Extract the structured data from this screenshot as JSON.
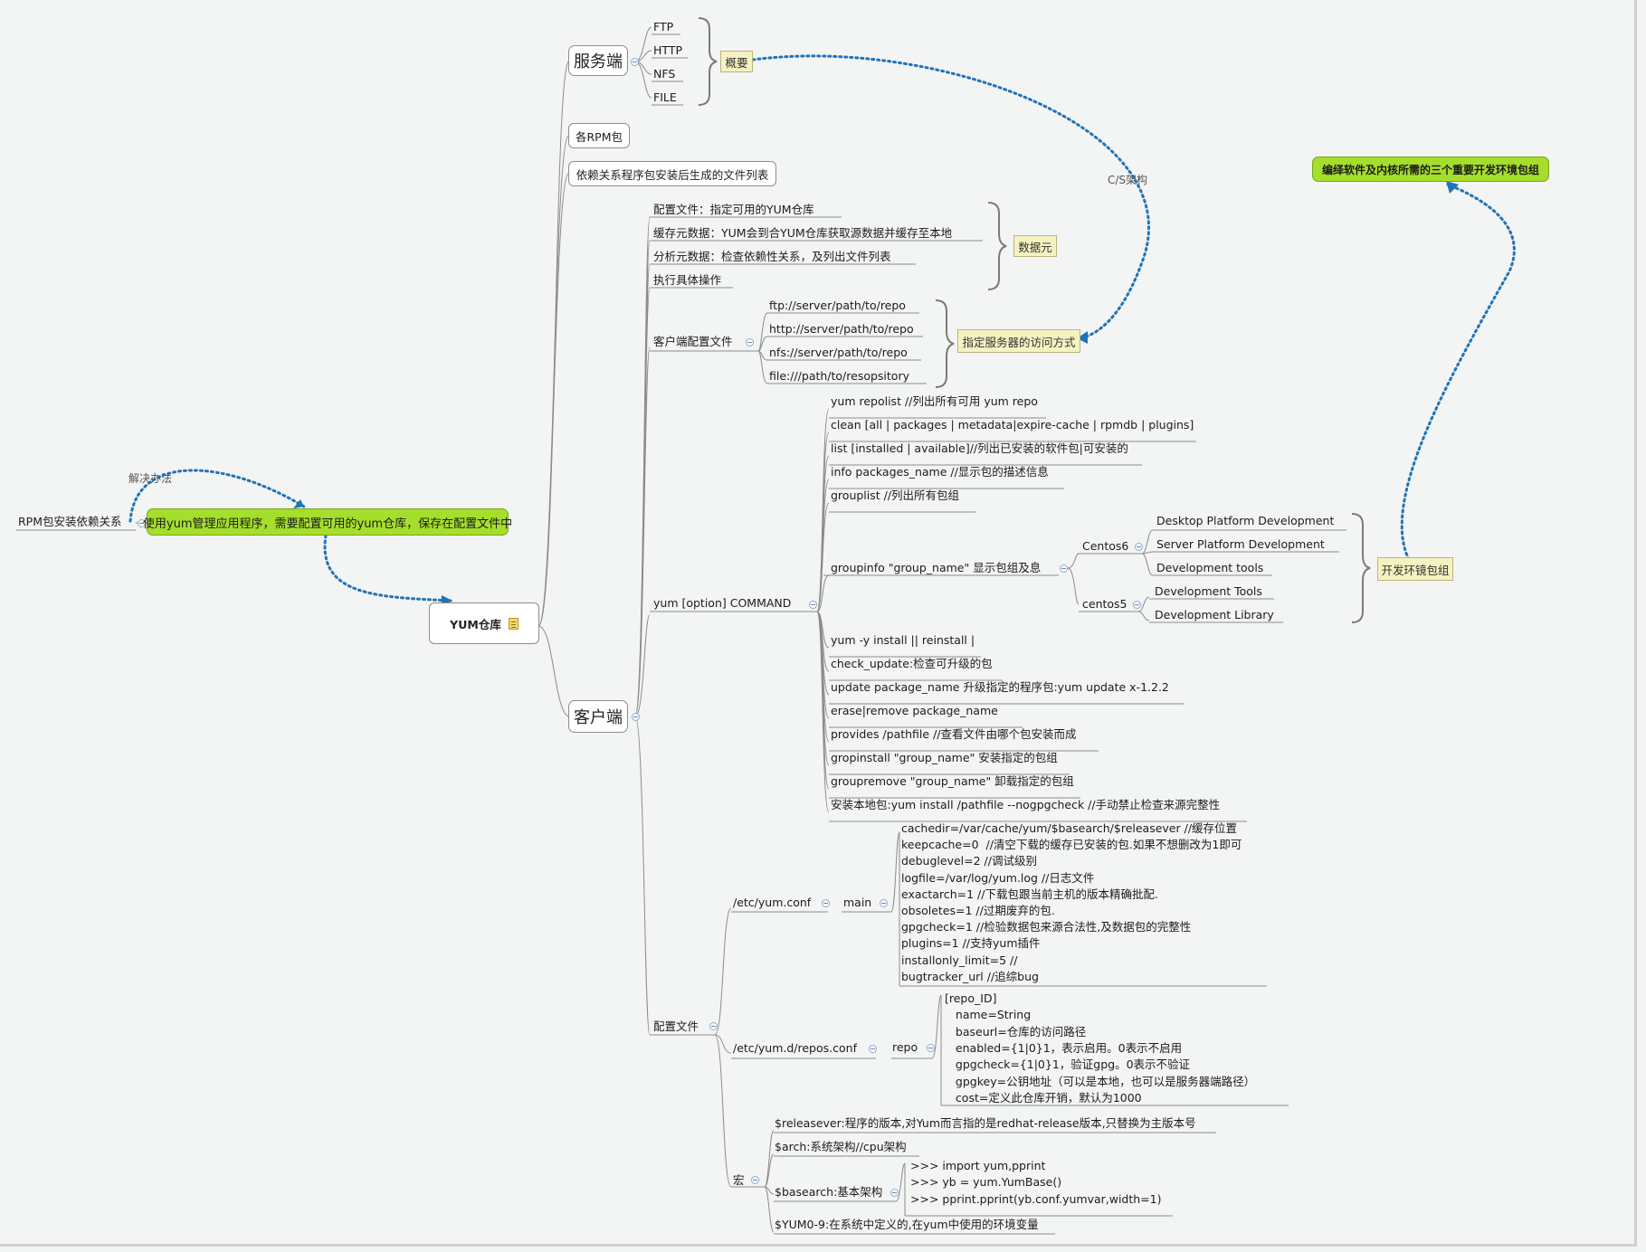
{
  "root": {
    "label": "YUM仓库"
  },
  "left": {
    "problem": "RPM包安装依赖关系",
    "solution": "使用yum管理应用程序，需要配置可用的yum仓库，保存在配置文件中",
    "solution_link_label": "解决办法"
  },
  "server": {
    "label": "服务端",
    "items": [
      "FTP",
      "HTTP",
      "NFS",
      "FILE"
    ],
    "summary": "概要"
  },
  "rpm_pkgs": "各RPM包",
  "dep_files": "依赖关系程序包安装后生成的文件列表",
  "cs_link_label": "C/S架构",
  "client": {
    "label": "客户端",
    "metadata_items": [
      "配置文件：指定可用的YUM仓库",
      "缓存元数据：YUM会到合YUM仓库获取源数据并缓存至本地",
      "分析元数据：检查依赖性关系，及列出文件列表",
      "执行具体操作"
    ],
    "metadata_summary": "数据元",
    "client_conf": {
      "label": "客户端配置文件",
      "urls": [
        "ftp://server/path/to/repo",
        "http://server/path/to/repo",
        "nfs://server/path/to/repo",
        "file:///path/to/resopsitory"
      ],
      "summary": "指定服务器的访问方式"
    },
    "command": {
      "label": "yum [option] COMMAND",
      "items_top": [
        "yum repolist //列出所有可用 yum repo",
        "clean [all | packages | metadata|expire-cache | rpmdb | plugins]",
        "list [installed | available]//列出已安装的软件包|可安装的",
        "info packages_name //显示包的描述信息",
        "grouplist  //列出所有包组"
      ],
      "groupinfo": {
        "label": "groupinfo \"group_name\" 显示包组及息",
        "centos6": {
          "label": "Centos6",
          "items": [
            "Desktop Platform Development",
            "Server Platform Development",
            "Development tools"
          ]
        },
        "centos5": {
          "label": "centos5",
          "items": [
            "Development Tools",
            "Development Library"
          ]
        },
        "summary": "开发环镜包组"
      },
      "items_bottom": [
        "yum -y install  || reinstall |",
        "check_update:检查可升级的包",
        "update package_name 升级指定的程序包:yum update x-1.2.2",
        "erase|remove package_name",
        "provides /pathfile //查看文件由哪个包安装而成",
        "gropinstall \"group_name\" 安装指定的包组",
        "groupremove \"group_name\" 卸载指定的包组",
        "安装本地包:yum install /pathfile --nogpgcheck //手动禁止检查来源完整性"
      ]
    },
    "config": {
      "label": "配置文件",
      "yum_conf": {
        "label": "/etc/yum.conf",
        "main_label": "main",
        "lines": [
          "cachedir=/var/cache/yum/$basearch/$releasever //缓存位置",
          "keepcache=0  //清空下载的缓存已安装的包.如果不想删改为1即可",
          "debuglevel=2 //调试级别",
          "logfile=/var/log/yum.log //日志文件",
          "exactarch=1 //下载包跟当前主机的版本精确批配.",
          "obsoletes=1 //过期废弃的包.",
          "gpgcheck=1 //检验数据包来源合法性,及数据包的完整性",
          "plugins=1 //支持yum插件",
          "installonly_limit=5 //",
          "bugtracker_url //追综bug"
        ]
      },
      "repos_conf": {
        "label": "/etc/yum.d/repos.conf",
        "repo_label": "repo",
        "lines": [
          "[repo_ID]",
          "   name=String",
          "   baseurl=仓库的访问路径",
          "   enabled={1|0}1，表示启用。0表示不启用",
          "   gpgcheck={1|0}1，验证gpg。0表示不验证",
          "   gpgkey=公钥地址（可以是本地，也可以是服务器端路径）",
          "   cost=定义此仓库开销，默认为1000"
        ]
      },
      "macro": {
        "label": "宏",
        "releasever": "$releasever:程序的版本,对Yum而言指的是redhat-release版本,只替换为主版本号",
        "arch": "$arch:系统架构//cpu架构",
        "basearch": {
          "label": "$basearch:基本架构",
          "lines": [
            ">>> import yum,pprint",
            ">>> yb = yum.YumBase()",
            ">>> pprint.pprint(yb.conf.yumvar,width=1)"
          ]
        },
        "yum09": "$YUM0-9:在系统中定义的,在yum中使用的环境变量"
      }
    }
  },
  "dev_packages": "编绎软件及内核所需的三个重要开发环境包组",
  "colors": {
    "background": "#f3f4f4",
    "green_topic": "#a6de2c",
    "note_bg": "#f5f2c1",
    "link_blue": "#1f73b7"
  }
}
